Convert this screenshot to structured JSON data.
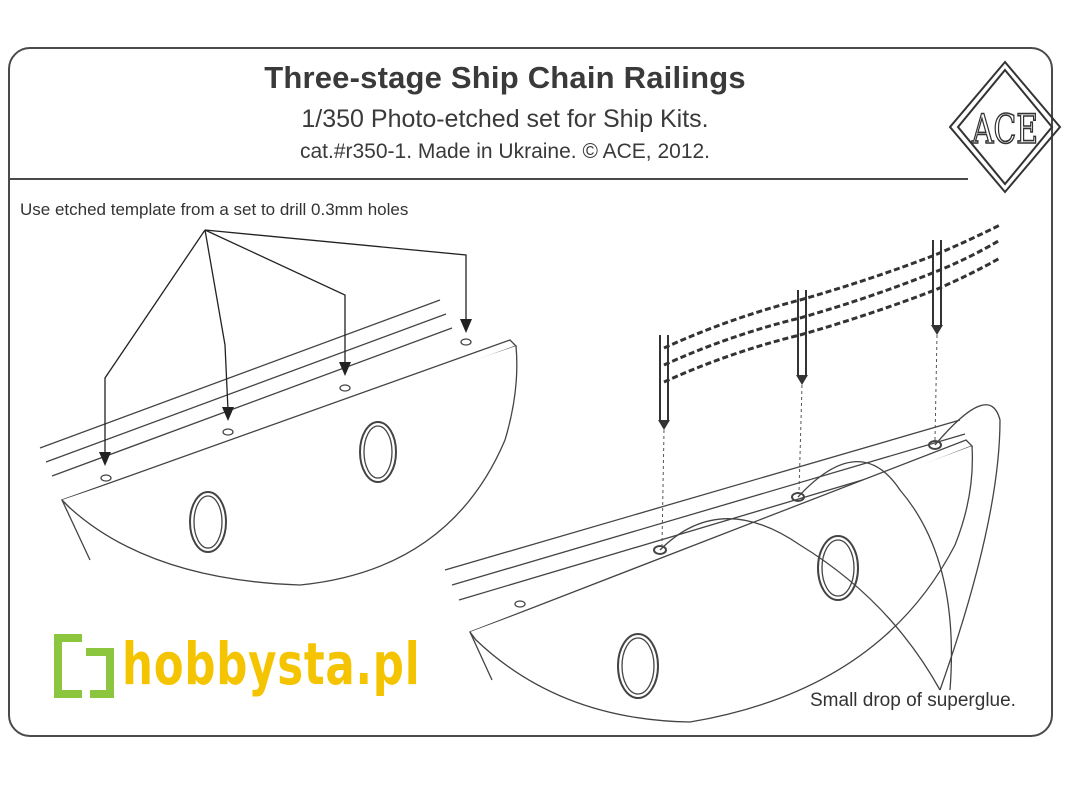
{
  "header": {
    "title": "Three-stage Ship Chain Railings",
    "subtitle": "1/350 Photo-etched set for Ship Kits.",
    "catalog": "cat.#r350-1. Made in Ukraine. © ACE, 2012."
  },
  "logo": {
    "text": "ACE"
  },
  "notes": {
    "drill": "Use etched template from a set to drill 0.3mm holes",
    "glue": "Small drop of superglue."
  },
  "watermark": {
    "text": "hobbysta.pl",
    "color": "#f5c400",
    "icon_color": "#8cc63f"
  },
  "icons": [
    "brand-logo-diamond",
    "hobbysta-bracket-icon"
  ]
}
